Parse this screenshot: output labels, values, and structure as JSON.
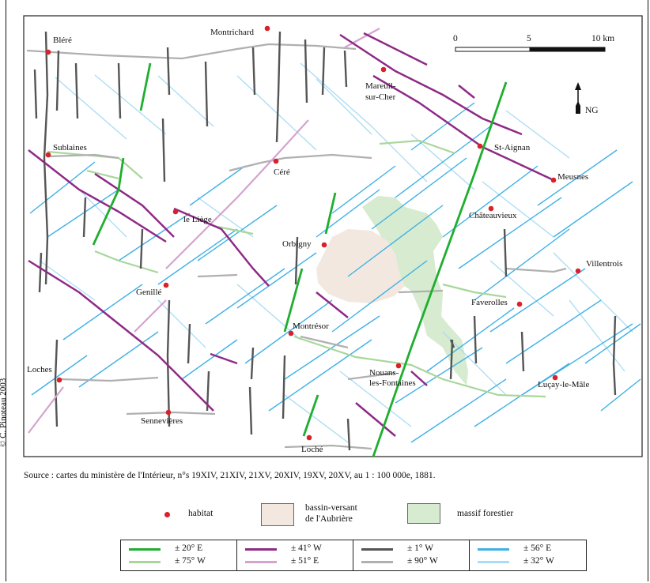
{
  "credit": "© C. Pinoteau 2003",
  "source": "Source : cartes du ministère de l'Intérieur, n°s 19XIV, 21XIV, 21XV, 20XIV, 19XV, 20XV, au 1 : 100 000e, 1881.",
  "scale": {
    "ticks": [
      "0",
      "5",
      "10 km"
    ]
  },
  "north": {
    "label": "NG"
  },
  "towns": [
    "Bléré",
    "Montrichard",
    "Mareuil-",
    "sur-Cher",
    "Sublaines",
    "Céré",
    "St-Aignan",
    "Meusnes",
    "le Liège",
    "Châteauvieux",
    "Orbigny",
    "Villentrois",
    "Genillé",
    "Faverolles",
    "Montrésor",
    "Loches",
    "Nouans-",
    "les-Fontaines",
    "Luçay-le-Mâle",
    "Sennevières",
    "Loché"
  ],
  "legend": {
    "habitat": "habitat",
    "bassin_1": "bassin-versant",
    "bassin_2": "de l'Aubrière",
    "forest": "massif forestier",
    "colors": {
      "habitat": "#d8222a",
      "bassin": "#f2e8e0",
      "forest": "#d6ebcf"
    }
  },
  "orientations": [
    {
      "label": "± 20° E",
      "color": "#1fae2f"
    },
    {
      "label": "± 75° W",
      "color": "#a8d79b"
    },
    {
      "label": "± 41° W",
      "color": "#8e2a86"
    },
    {
      "label": "± 51° E",
      "color": "#d4a3cf"
    },
    {
      "label": "± 1° W",
      "color": "#555555"
    },
    {
      "label": "± 90° W",
      "color": "#b0b0b0"
    },
    {
      "label": "± 56° E",
      "color": "#3fb1e6"
    },
    {
      "label": "± 32° W",
      "color": "#a9dcf5"
    }
  ]
}
